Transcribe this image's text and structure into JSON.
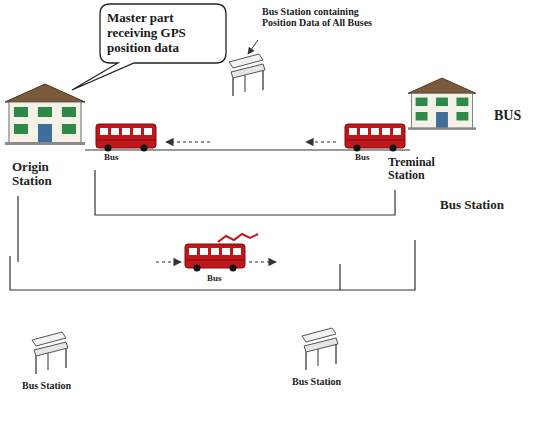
{
  "diagram": {
    "nodes": [
      {
        "text": [
          "Master part receiving GPS position data"
        ]
      }
    ],
    "labels": [
      "Bus Station containing Position Data of All Buses",
      "BUS",
      "Bus",
      "Bus",
      "Origin Station",
      "Treminal Station",
      "Bus Station",
      "Bus",
      "Bus Station",
      "Bus Station"
    ]
  }
}
